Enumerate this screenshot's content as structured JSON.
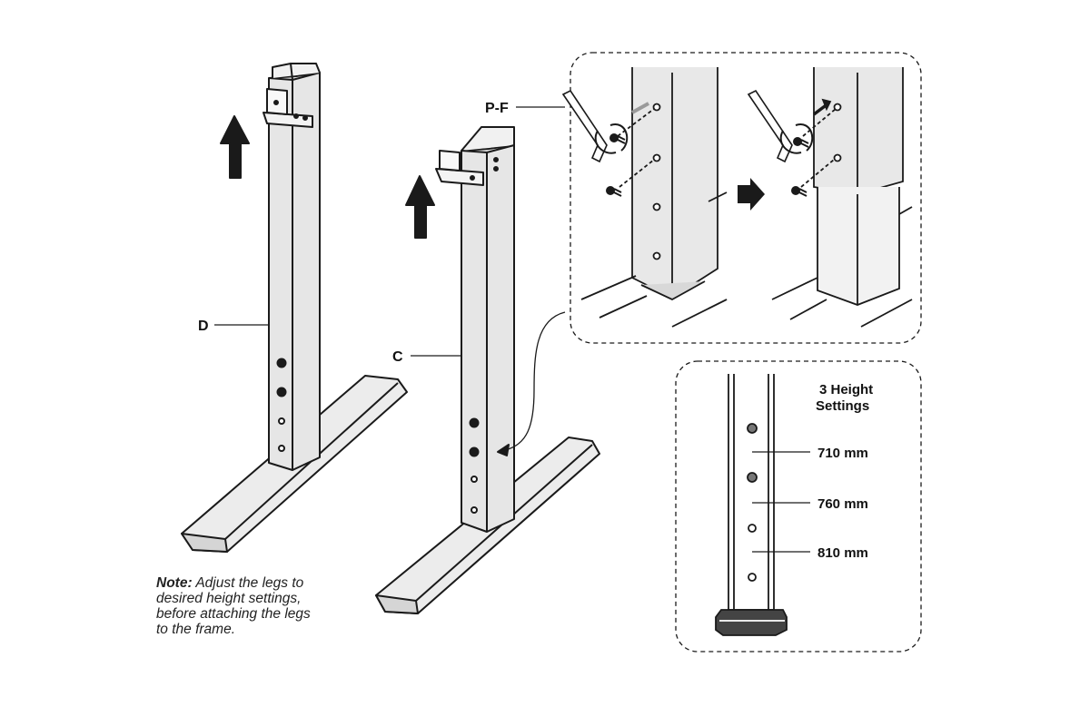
{
  "labels": {
    "leg_d": "D",
    "leg_c": "C",
    "part_pf": "P-F"
  },
  "height_settings": {
    "title_line1": "3 Height",
    "title_line2": "Settings",
    "options": [
      "710 mm",
      "760 mm",
      "810 mm"
    ]
  },
  "note": {
    "prefix": "Note:",
    "line1": "Adjust the legs to",
    "line2": "desired height settings,",
    "line3": "before attaching the legs",
    "line4": "to the frame."
  },
  "colors": {
    "ink": "#1a1a1a",
    "leg_fill": "#e4e4e4",
    "leg_shade": "#c9c9c9",
    "background": "#ffffff"
  }
}
